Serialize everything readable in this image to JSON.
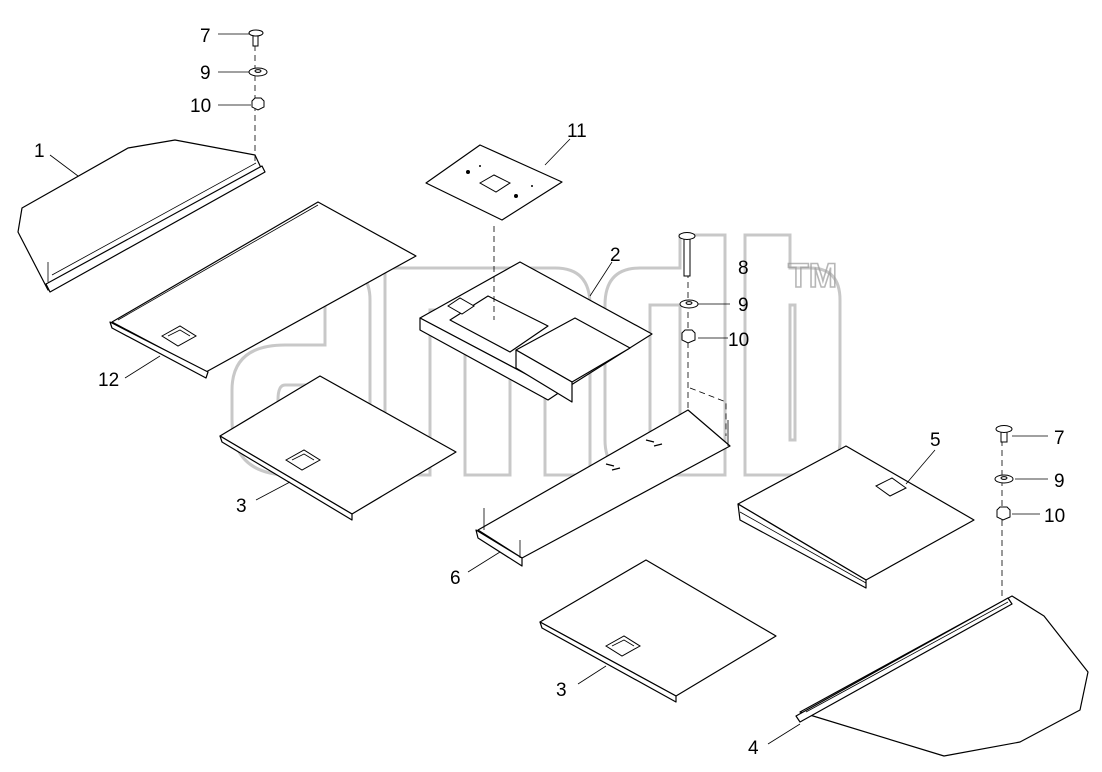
{
  "diagram": {
    "callouts": {
      "c1": "1",
      "c2": "2",
      "c3a": "3",
      "c3b": "3",
      "c4": "4",
      "c5": "5",
      "c6": "6",
      "c7a": "7",
      "c7b": "7",
      "c8": "8",
      "c9a": "9",
      "c9b": "9",
      "c9c": "9",
      "c10a": "10",
      "c10b": "10",
      "c10c": "10",
      "c11": "11",
      "c12": "12"
    },
    "watermark_tm": "TM"
  }
}
